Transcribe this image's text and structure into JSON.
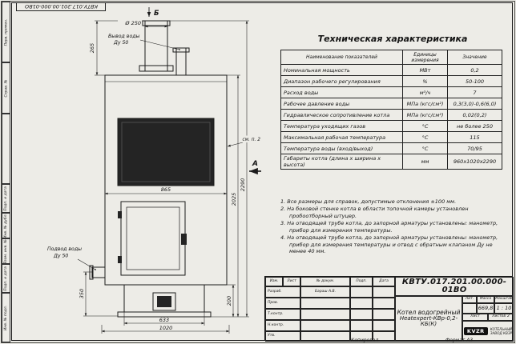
{
  "frame": {
    "doc_number_top": "КВТУ.017.201.00.000-01ВО",
    "left_labels": [
      "Перв. примен.",
      "Справ. №",
      "Подп. и дата",
      "Инв. № дубл.",
      "Взам. инв. №",
      "Подп. и дата",
      "Инв. № подл."
    ]
  },
  "drawing": {
    "view_b": "Б",
    "view_a": "А",
    "chimney_dia": "Ø 250",
    "outlet_line1": "Вывод воды",
    "outlet_line2": "Ду 50",
    "inlet_line1": "Подвод воды",
    "inlet_line2": "Ду 50",
    "note_ref": "см. п. 2",
    "dim_265": "265",
    "dim_865": "865",
    "dim_2290": "2290",
    "dim_2025": "2025",
    "dim_350": "350",
    "dim_200": "200",
    "dim_633": "633",
    "dim_1020": "1020"
  },
  "specs": {
    "title": "Техническая характеристика",
    "col_name": "Наименование показателей",
    "col_units": "Единицы измерения",
    "col_value": "Значение",
    "rows": [
      {
        "name": "Номинальная мощность",
        "units": "МВт",
        "value": "0,2"
      },
      {
        "name": "Диапазон рабочего регулирования",
        "units": "%",
        "value": "50-100"
      },
      {
        "name": "Расход воды",
        "units": "м³/ч",
        "value": "7"
      },
      {
        "name": "Рабочее давление воды",
        "units": "МПа (кгс/см²)",
        "value": "0,3(3,0)-0,6(6,0)"
      },
      {
        "name": "Гидравлическое сопротивление котла",
        "units": "МПа (кгс/см²)",
        "value": "0,02(0,2)"
      },
      {
        "name": "Температура уходящих газов",
        "units": "°С",
        "value": "не более 250"
      },
      {
        "name": "Максимальная рабочая температура",
        "units": "°С",
        "value": "115"
      },
      {
        "name": "Температура воды (вход/выход)",
        "units": "°С",
        "value": "70/95"
      },
      {
        "name": "Габариты котла (длина х ширина х высота)",
        "units": "мм",
        "value": "960х1020х2290"
      }
    ]
  },
  "notes": {
    "items": [
      "1.  Все размеры для справок, допустимые отклонения ±100 мм.",
      "2.  На боковой стенке котла в области топочной камеры установлен пробоотборный штуцер.",
      "3.  На отводящей трубе котла, до запорной арматуры установлены: манометр, прибор для измерения температуры.",
      "4.  На отводящей трубе котла, до запорной арматуры установлены: манометр, прибор для измерения температуры и отвод с обратным клапаном Ду не менее 40 мм."
    ]
  },
  "title_block": {
    "doc_number": "КВТУ.017.201.00.000-01ВО",
    "product_line1": "Котел водогрейный",
    "product_line2": "Heatexpert-КВр-0,2-КБ(К)",
    "hdr_izm": "Изм.",
    "hdr_list": "Лист",
    "hdr_docnum": "№ докум.",
    "hdr_podp": "Подп.",
    "hdr_data": "Дата",
    "rows": [
      {
        "role": "Разраб.",
        "name": "Бараш А.В."
      },
      {
        "role": "Пров.",
        "name": ""
      },
      {
        "role": "Т.контр.",
        "name": ""
      },
      {
        "role": "Н.контр.",
        "name": ""
      },
      {
        "role": "Утв.",
        "name": ""
      }
    ],
    "lit_label": "Лит.",
    "mass_label": "Масса",
    "scale_label": "Масштаб",
    "mass_value": "669,8",
    "scale_value": "1 : 10",
    "sheet_label": "Лист",
    "sheets_label": "Листов",
    "sheets_value": "2",
    "company_logo": "KVZR",
    "company_line1": "КОТЕЛЬНЫЙ",
    "company_line2": "ЗАВОД  КВЗР"
  },
  "footer": {
    "copied": "Копировал",
    "format": "Формат А3"
  }
}
